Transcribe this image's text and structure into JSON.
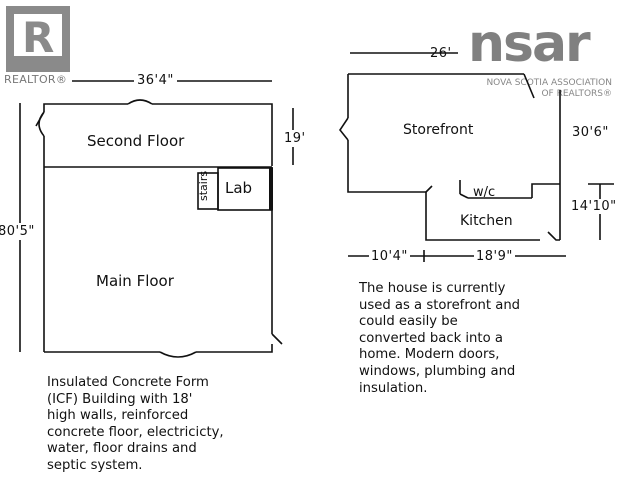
{
  "watermark": {
    "left_logo_text": "REALTOR®",
    "right_logo_text": "nsar",
    "right_logo_subtitle_1": "NOVA SCOTIA ASSOCIATION",
    "right_logo_subtitle_2": "OF REALTORS®"
  },
  "left_plan": {
    "width_dim": "36'4\"",
    "height_dim": "80'5\"",
    "upper_dim": "19'",
    "rooms": {
      "second_floor": "Second Floor",
      "main_floor": "Main Floor",
      "lab": "Lab",
      "stairs": "stairs"
    },
    "description_lines": [
      "Insulated Concrete Form",
      "(ICF) Building with 18'",
      "high walls, reinforced",
      "concrete floor, electricicty,",
      "water, floor drains and",
      "septic system."
    ]
  },
  "right_plan": {
    "width_dim": "26'",
    "storefront_dim": "30'6\"",
    "kitchen_dim": "14'10\"",
    "bottom_left_dim": "10'4\"",
    "bottom_right_dim": "18'9\"",
    "rooms": {
      "storefront": "Storefront",
      "wc": "w/c",
      "kitchen": "Kitchen"
    },
    "description_lines": [
      "The house is currently",
      "used as a storefront and",
      "could easily be",
      "converted back into a",
      "home. Modern doors,",
      "windows, plumbing and",
      "insulation."
    ]
  }
}
